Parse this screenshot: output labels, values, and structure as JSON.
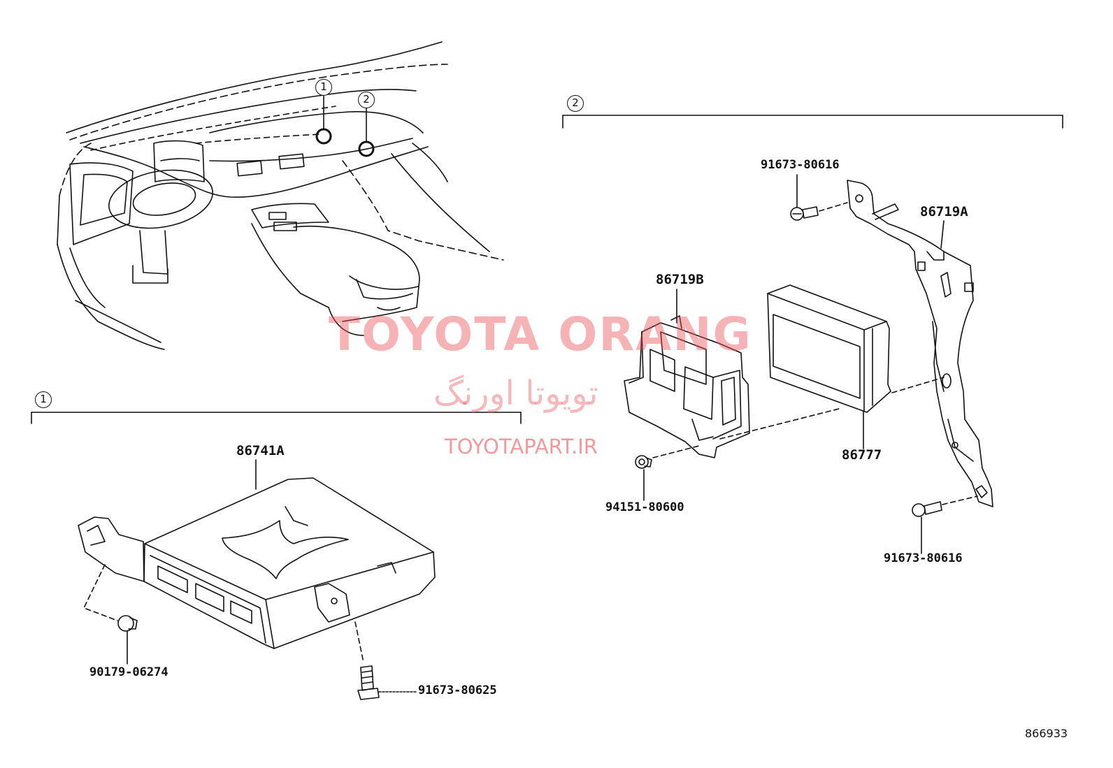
{
  "callouts": {
    "section_1": "1",
    "section_2": "2",
    "dash_1": "1",
    "dash_2": "2"
  },
  "parts": {
    "bracket_86719A": "86719A",
    "bracket_86719B": "86719B",
    "module_86777": "86777",
    "computer_86741A": "86741A",
    "bolt_top": "91673-80616",
    "bolt_bottom_right": "91673-80616",
    "nut_94151": "94151-80600",
    "clip_90179": "90179-06274",
    "bolt_80625": "91673-80625"
  },
  "watermark": {
    "title": "TOYOTA ORANG",
    "persian": "تویوتا اورنگ",
    "url": "TOYOTAPART.IR"
  },
  "reference_number": "866933",
  "colors": {
    "line": "#111111",
    "watermark": "#e8565e"
  }
}
